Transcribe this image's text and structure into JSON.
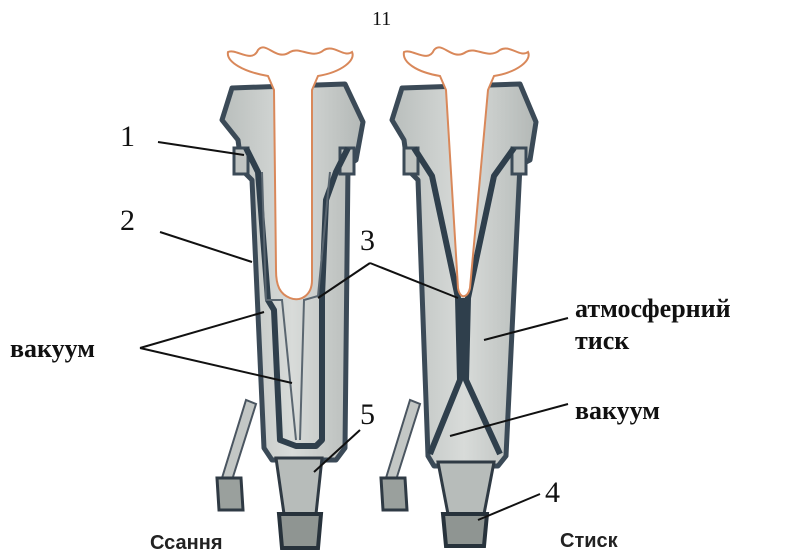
{
  "page_number": "11",
  "labels": {
    "n1": "1",
    "n2": "2",
    "n3": "3",
    "n4": "4",
    "n5": "5",
    "vacuum_left": "вакуум",
    "atm_line1": "атмосферний",
    "atm_line2": "тиск",
    "vacuum_right": "вакуум"
  },
  "captions": {
    "left": "Ссання",
    "right": "Стиск"
  },
  "colors": {
    "body_fill": "#c9cdcb",
    "body_outline": "#3b4a57",
    "teat_outline": "#d9885a",
    "leader_line": "#111111"
  }
}
